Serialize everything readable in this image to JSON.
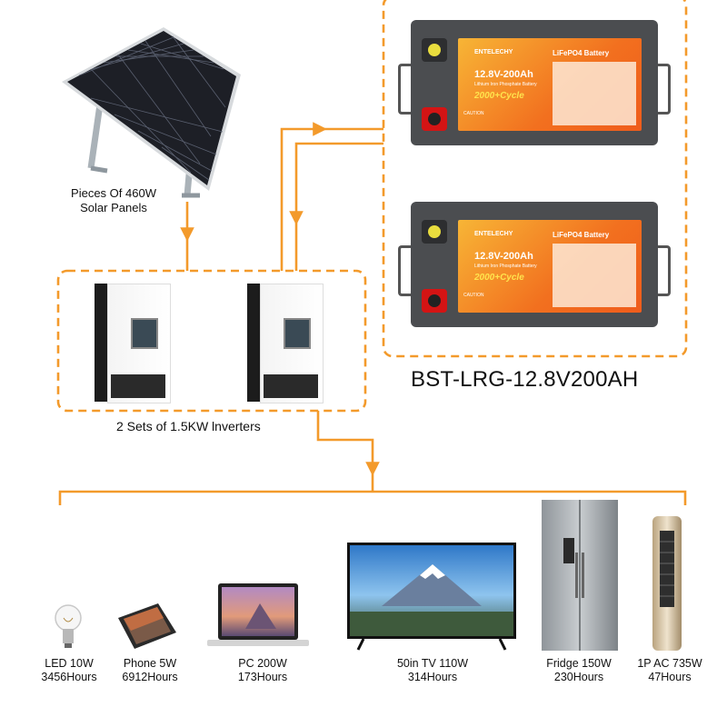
{
  "solar": {
    "label_line1": "Pieces Of 460W",
    "label_line2": "Solar Panels"
  },
  "battery": {
    "model": "BST-LRG-12.8V200AH",
    "brand": "ENTELECHY",
    "type": "LiFePO4 Battery",
    "spec": "12.8V-200Ah",
    "chem": "Lithium Iron Phosphate Battery",
    "cycles": "2000+Cycle",
    "caution": "CAUTION"
  },
  "inverters": {
    "label": "2 Sets of 1.5KW lnverters"
  },
  "colors": {
    "arrow": "#f39a2b",
    "battery_body": "#4b4d50",
    "label_orange": "#f2701f"
  },
  "loads": [
    {
      "name": "LED 10W",
      "hours": "3456Hours",
      "icon": "bulb-icon"
    },
    {
      "name": "Phone 5W",
      "hours": "6912Hours",
      "icon": "phone-icon"
    },
    {
      "name": "PC 200W",
      "hours": "173Hours",
      "icon": "laptop-icon"
    },
    {
      "name": "50in TV 110W",
      "hours": "314Hours",
      "icon": "tv-icon"
    },
    {
      "name": "Fridge 150W",
      "hours": "230Hours",
      "icon": "fridge-icon"
    },
    {
      "name": "1P AC 735W",
      "hours": "47Hours",
      "icon": "ac-icon"
    }
  ]
}
